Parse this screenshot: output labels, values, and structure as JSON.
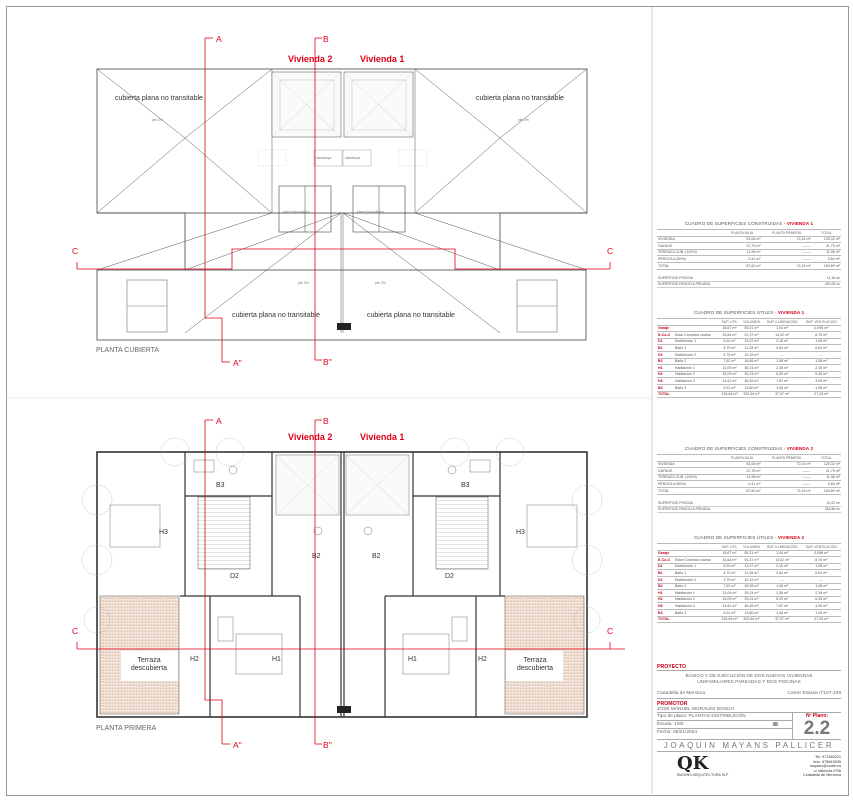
{
  "plan": {
    "top_title": "PLANTA CUBIERTA",
    "bottom_title": "PLANTA PRIMERA",
    "vivienda_1": "Vivienda 1",
    "vivienda_2": "Vivienda 2",
    "section_a": "A",
    "section_b": "B",
    "section_a2": "A''",
    "section_b2": "B''",
    "section_c": "C",
    "roof_label": "cubierta plana no transitable",
    "slope": "pte 2%",
    "claraboya": "claraboya",
    "placa": "placa fotovoltaica",
    "captador": "captador solar térmico",
    "rooms": {
      "b3": "B3",
      "h3": "H3",
      "b2": "B2",
      "d2": "D2",
      "h2": "H2",
      "h1": "H1",
      "terraza": "Terraza descubierta"
    }
  },
  "colors": {
    "red": "#e0001a",
    "line": "#444",
    "hatch": "#b47a5a"
  },
  "tables": {
    "constr_1": {
      "title_pre": "CUADRO DE SUPERFICIES CONSTRUIDAS - ",
      "title_red": "VIVIENDA 1",
      "headers": [
        "",
        "PLANTA BAJA",
        "PLANTA PRIMERA",
        "TOTAL"
      ],
      "rows": [
        [
          "VIVIENDA",
          "53,08 m²",
          "72,24 m²",
          "125,32 m²"
        ],
        [
          "GARAJE",
          "21,75 m²",
          "-------",
          "21,75 m²"
        ],
        [
          "TERRAZA CUB. (100%)",
          "11,98 m²",
          "-------",
          "11,98 m²"
        ],
        [
          "PÉRGOLA (50%)",
          "0,41 m²",
          "-------",
          "0,64 m²"
        ],
        [
          "TOTAL",
          "87,60 m²",
          "72,24 m²",
          "159,89 m²"
        ]
      ],
      "extra": [
        [
          "SUPERFICIE PISCINA",
          "11,18 m²"
        ],
        [
          "SUPERFICIE PARCELA PRIVADA",
          "252,08 m²"
        ]
      ]
    },
    "util_1": {
      "title_pre": "CUADRO DE SUPERFICIES ÚTILES - ",
      "title_red": "VIVIENDA 1",
      "headers": [
        "",
        "SUP. ÚTIL",
        "VOLUMEN",
        "SUP. ILUMINACIÓN",
        "SUP. VENTILACIÓN"
      ],
      "rows": [
        [
          "Garaje",
          "",
          "18,67 m²",
          "55,21 m³",
          "1,04 m²",
          "0,096 m²"
        ],
        [
          "E-Co-C",
          "Estar Comedor cocina",
          "33,64 m²",
          "91,37 m³",
          "14,02 m²",
          "8,76 m²"
        ],
        [
          "D1",
          "Distribuidor 1",
          "5,92 m²",
          "13,97 m³",
          "2,16 m²",
          "1,08 m²"
        ],
        [
          "B1",
          "Baño 1",
          "4,70 m²",
          "11,28 m³",
          "0,64 m²",
          "0,64 m²"
        ],
        [
          "D2",
          "Distribuidor 2",
          "3,75 m²",
          "10,15 m³",
          "---",
          "---"
        ],
        [
          "B2",
          "Baño 2",
          "7,52 m²",
          "18,95 m³",
          "1,08 m²",
          "1,08 m²"
        ],
        [
          "H1",
          "Habitación 1",
          "13,09 m²",
          "35,24 m³",
          "2,38 m²",
          "2,38 m²"
        ],
        [
          "H2",
          "Habitación 2",
          "15,09 m²",
          "35,24 m³",
          "6,39 m²",
          "6,39 m²"
        ],
        [
          "H3",
          "Habitación 3",
          "14,61 m²",
          "36,45 m³",
          "7,92 m²",
          "4,99 m²"
        ],
        [
          "B3",
          "Baño 3",
          "5,31 m²",
          "13,80 m³",
          "1,08 m²",
          "1,08 m²"
        ],
        [
          "TOTAL",
          "",
          "139,64 m²",
          "322,64 m³",
          "37,07 m²",
          "27,26 m²"
        ]
      ]
    },
    "constr_2": {
      "title_pre": "CUADRO DE SUPERFICIES CONSTRUIDAS - ",
      "title_red": "VIVIENDA 2",
      "headers": [
        "",
        "PLANTA BAJA",
        "PLANTA PRIMERA",
        "TOTAL"
      ],
      "rows": [
        [
          "VIVIENDA",
          "53,08 m²",
          "72,24 m²",
          "125,32 m²"
        ],
        [
          "GARAJE",
          "21,75 m²",
          "-------",
          "21,75 m²"
        ],
        [
          "TERRAZA CUB. (100%)",
          "11,98 m²",
          "-------",
          "11,98 m²"
        ],
        [
          "PÉRGOLA (50%)",
          "0,41 m²",
          "-------",
          "0,64 m²"
        ],
        [
          "TOTAL",
          "87,60 m²",
          "72,24 m²",
          "159,89 m²"
        ]
      ],
      "extra": [
        [
          "SUPERFICIE PISCINA",
          "10,22 m²"
        ],
        [
          "SUPERFICIE PARCELA PRIVADA",
          "253,86 m²"
        ]
      ]
    },
    "util_2": {
      "title_pre": "CUADRO DE SUPERFICIES ÚTILES - ",
      "title_red": "VIVIENDA 2",
      "headers": [
        "",
        "SUP. ÚTIL",
        "VOLUMEN",
        "SUP. ILUMINACIÓN",
        "SUP. VENTILACIÓN"
      ],
      "rows": [
        [
          "Garaje",
          "",
          "18,67 m²",
          "55,21 m³",
          "1,04 m²",
          "0,096 m²"
        ],
        [
          "E-Co-C",
          "Estar Comedor cocina",
          "33,64 m²",
          "91,37 m³",
          "14,02 m²",
          "8,76 m²"
        ],
        [
          "D1",
          "Distribuidor 1",
          "5,92 m²",
          "13,97 m³",
          "2,16 m²",
          "1,08 m²"
        ],
        [
          "B1",
          "Baño 1",
          "4,70 m²",
          "11,28 m³",
          "0,64 m²",
          "0,64 m²"
        ],
        [
          "D2",
          "Distribuidor 2",
          "3,75 m²",
          "10,15 m³",
          "---",
          "---"
        ],
        [
          "B2",
          "Baño 2",
          "7,52 m²",
          "18,95 m³",
          "1,08 m²",
          "1,08 m²"
        ],
        [
          "H1",
          "Habitación 1",
          "13,09 m²",
          "35,24 m³",
          "2,38 m²",
          "2,38 m²"
        ],
        [
          "H2",
          "Habitación 2",
          "15,09 m²",
          "35,24 m³",
          "6,39 m²",
          "6,39 m²"
        ],
        [
          "H3",
          "Habitación 3",
          "14,61 m²",
          "36,45 m³",
          "7,92 m²",
          "4,99 m²"
        ],
        [
          "B3",
          "Baño 3",
          "5,31 m²",
          "13,80 m³",
          "1,08 m²",
          "1,08 m²"
        ],
        [
          "TOTAL",
          "",
          "139,64 m²",
          "322,64 m³",
          "37,07 m²",
          "27,26 m²"
        ]
      ]
    }
  },
  "titleblock": {
    "proyecto_label": "PROYECTO",
    "proyecto_text": "BÁSICO Y DE EJECUCIÓN DE DOS NUEVAS VIVIENDAS UNIFAMILIARES PAREADAS Y DOS PISCINAS",
    "location": "Ciutadella de Menorca",
    "address": "Carrer Eivissa nº107-109",
    "promotor_label": "PROMOTOR",
    "promotor_name": "JOSÉ MANUEL MORALES BOSCH",
    "tipo": "Tipo de plano: PLANTAS DISTRIBUCIÓN",
    "escala": "Escala: 1/80",
    "fecha": "Fecha: 05/01/2024",
    "plano_label": "Nº Plano:",
    "plano_num": "2.2",
    "architect": "JOAQUIN MAYANS PALLICER",
    "logo": "QK",
    "firm": "MAYANS ARQUITECTURA SLP",
    "contact": [
      "Tel. 971382021",
      "móv. 678649535",
      "mayans@coaib.es",
      "c/ Valencia nº36",
      "Ciutadella de Menorca"
    ]
  }
}
